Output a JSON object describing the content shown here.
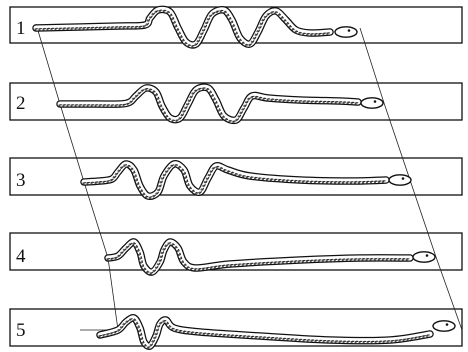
{
  "figure": {
    "panels": [
      {
        "number": "1"
      },
      {
        "number": "2"
      },
      {
        "number": "3"
      },
      {
        "number": "4"
      },
      {
        "number": "5"
      }
    ]
  }
}
